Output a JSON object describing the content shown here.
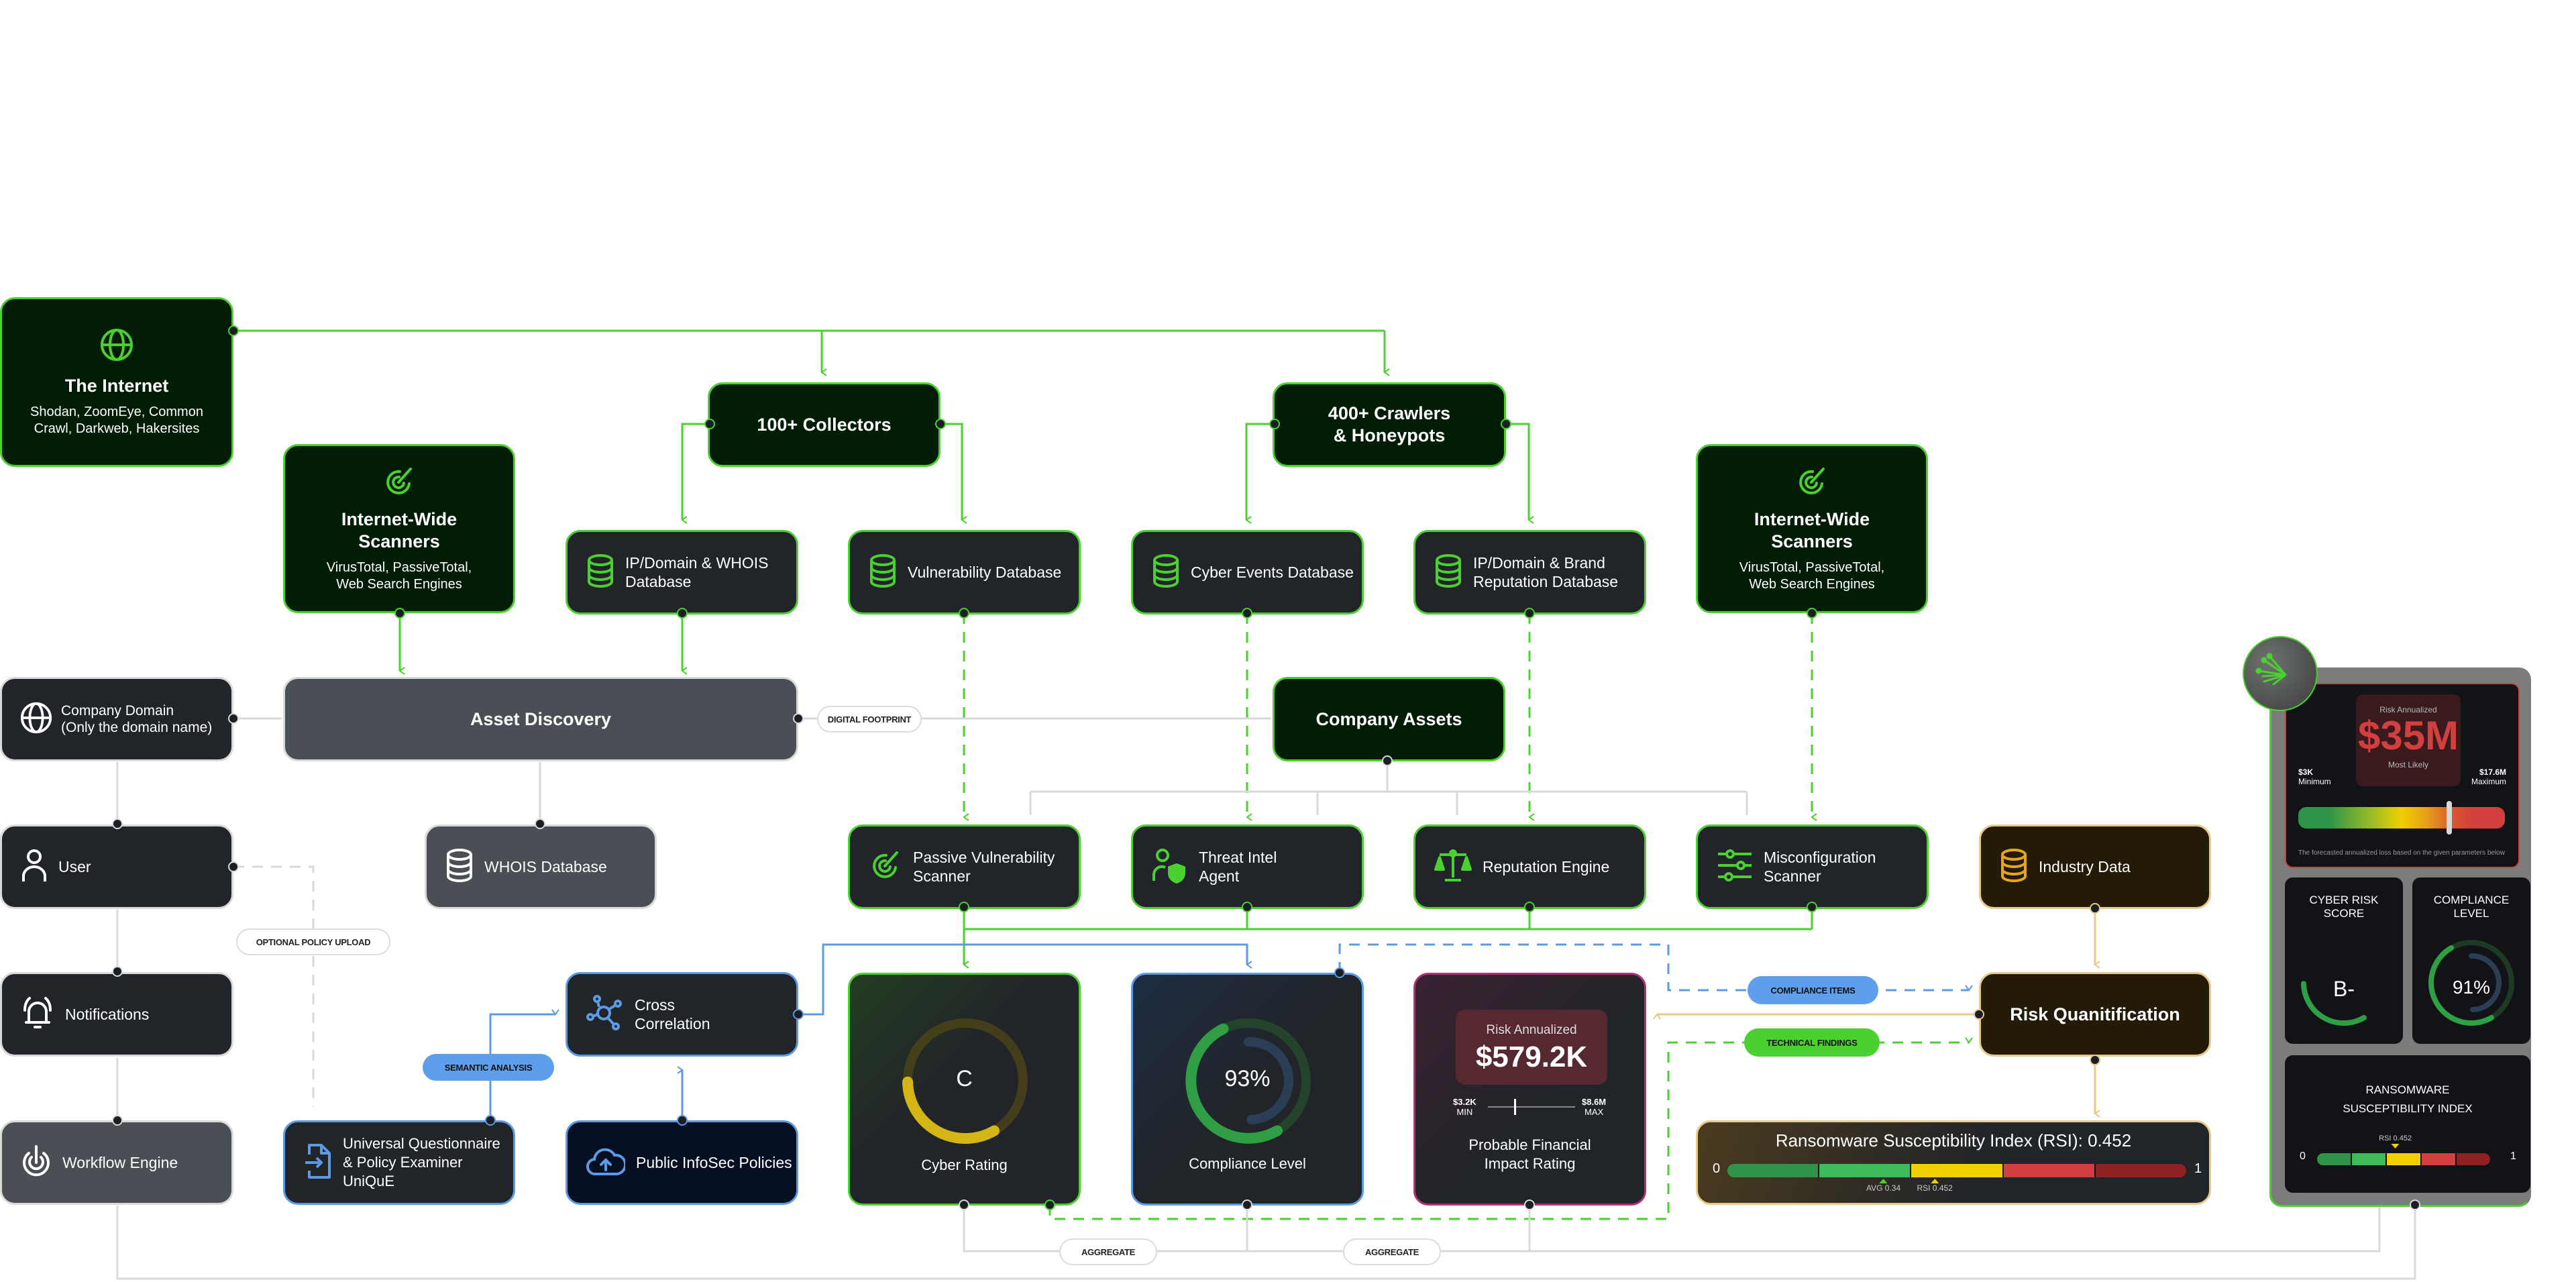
{
  "nodes": {
    "internet": {
      "title": "The Internet",
      "subtitle": "Shodan, ZoomEye, Common Crawl, Darkweb, Hakersites",
      "icon": "globe-icon"
    },
    "scanners_left": {
      "title": "Internet-Wide Scanners",
      "subtitle": "VirusTotal, PassiveTotal, Web Search Engines",
      "icon": "target-icon"
    },
    "scanners_right": {
      "title": "Internet-Wide Scanners",
      "subtitle": "VirusTotal, PassiveTotal, Web Search Engines",
      "icon": "target-icon"
    },
    "collectors": {
      "title": "100+ Collectors"
    },
    "crawlers": {
      "title": "400+ Crawlers & Honeypots"
    },
    "ip_whois_db": {
      "label": "IP/Domain & WHOIS Database",
      "icon": "database-icon"
    },
    "vuln_db": {
      "label": "Vulnerability Database",
      "icon": "database-icon"
    },
    "cyber_events_db": {
      "label": "Cyber Events Database",
      "icon": "database-icon"
    },
    "brand_rep_db": {
      "label": "IP/Domain & Brand Reputation Database",
      "icon": "database-icon"
    },
    "company_domain": {
      "label": "Company Domain",
      "sublabel": "(Only the domain name)",
      "icon": "globe-icon"
    },
    "asset_discovery": {
      "title": "Asset Discovery"
    },
    "company_assets": {
      "title": "Company Assets"
    },
    "user": {
      "label": "User",
      "icon": "user-icon"
    },
    "whois_db": {
      "label": "WHOIS Database",
      "icon": "database-icon"
    },
    "notifications": {
      "label": "Notifications",
      "icon": "bell-icon"
    },
    "workflow": {
      "label": "Workflow Engine",
      "icon": "power-icon"
    },
    "unique": {
      "label": "Universal Questionnaire & Policy Examiner UniQuE",
      "icon": "document-import-icon"
    },
    "cross_corr": {
      "label": "Cross Correlation",
      "icon": "network-icon"
    },
    "public_policies": {
      "label": "Public InfoSec Policies",
      "icon": "cloud-upload-icon"
    },
    "passive_scanner": {
      "label": "Passive Vulnerability Scanner",
      "icon": "target-icon"
    },
    "threat_intel": {
      "label": "Threat Intel Agent",
      "icon": "user-shield-icon"
    },
    "reputation": {
      "label": "Reputation Engine",
      "icon": "scales-icon"
    },
    "misconfig": {
      "label": "Misconfiguration Scanner",
      "icon": "sliders-icon"
    },
    "industry_data": {
      "label": "Industry Data",
      "icon": "database-icon"
    },
    "risk_quant": {
      "title": "Risk Quanitification"
    }
  },
  "pills": {
    "digital_footprint": "DIGITAL FOOTPRINT",
    "optional_policy": "OPTIONAL POLICY UPLOAD",
    "semantic": "SEMANTIC ANALYSIS",
    "compliance_items": "COMPLIANCE ITEMS",
    "technical_findings": "TECHNICAL FINDINGS",
    "aggregate_1": "AGGREGATE",
    "aggregate_2": "AGGREGATE"
  },
  "cards": {
    "cyber_rating": {
      "value": "C",
      "label": "Cyber Rating",
      "gauge_fraction": 0.55,
      "color": "#d4b516"
    },
    "compliance": {
      "value": "93%",
      "label": "Compliance Level",
      "gauge_fraction": 0.93,
      "color": "#2f9e44"
    },
    "financial": {
      "header": "Risk Annualized",
      "value": "$579.2K",
      "min_value": "$3.2K",
      "min_label": "MIN",
      "max_value": "$8.6M",
      "max_label": "MAX",
      "position_fraction": 0.3,
      "label": "Probable Financial Impact Rating"
    },
    "rsi": {
      "title": "Ransomware Susceptibility Index (RSI): 0.452",
      "scale_min": "0",
      "scale_max": "1",
      "avg_label": "AVG 0.34",
      "avg_value": 0.34,
      "rsi_label": "RSI 0.452",
      "rsi_value": 0.452,
      "segments": [
        "#2f9447",
        "#3dbb5a",
        "#f2cf00",
        "#d23f3f",
        "#8e2222"
      ]
    }
  },
  "dashboard": {
    "risk": {
      "header": "Risk Annualized",
      "value": "$35M",
      "caption": "Most Likely",
      "min_value": "$3K",
      "min_label": "Minimum",
      "max_value": "$17.6M",
      "max_label": "Maximum",
      "slider_fraction": 0.73,
      "footnote": "The forecasted annualized loss based on the given parameters below"
    },
    "cyber_score": {
      "title": "CYBER RISK SCORE",
      "value": "B-",
      "gauge_fraction": 0.6
    },
    "compliance": {
      "title": "COMPLIANCE LEVEL",
      "value": "91%",
      "gauge_fraction": 0.91
    },
    "rsi": {
      "title": "RANSOMWARE SUSCEPTIBILITY INDEX",
      "marker_label": "RSI 0.452",
      "value": 0.452,
      "scale_min": "0",
      "scale_max": "1"
    }
  },
  "colors": {
    "green": "#4bd12f",
    "blue": "#5b9be6",
    "gold": "#e7c98a",
    "gray": "#d9d9d9",
    "magenta": "#b1307a"
  }
}
